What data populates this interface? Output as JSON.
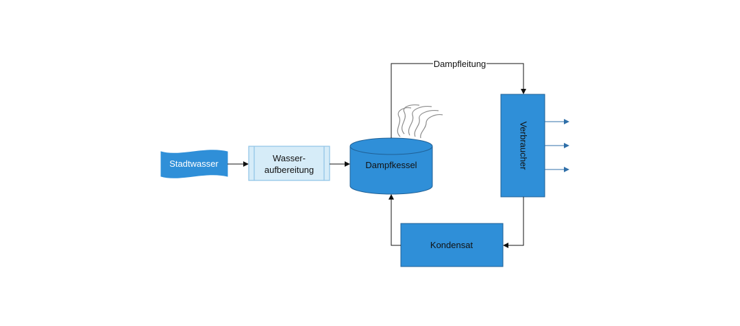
{
  "nodes": {
    "source": {
      "label": "Stadtwasser"
    },
    "treatment": {
      "label_line1": "Wasser-",
      "label_line2": "aufbereitung"
    },
    "boiler": {
      "label": "Dampfkessel"
    },
    "consumer": {
      "label": "Verbraucher"
    },
    "condensate": {
      "label": "Kondensat"
    }
  },
  "edges": {
    "steam_line": {
      "label": "Dampfleitung"
    }
  },
  "colors": {
    "node_blue": "#2f8fd8",
    "node_border": "#1f5f94",
    "treatment_fill": "#d6ecf8",
    "treatment_border": "#8ec3e6",
    "connector": "#111111",
    "output_arrow": "#2f6fa8",
    "steam": "#8a8a8a"
  }
}
